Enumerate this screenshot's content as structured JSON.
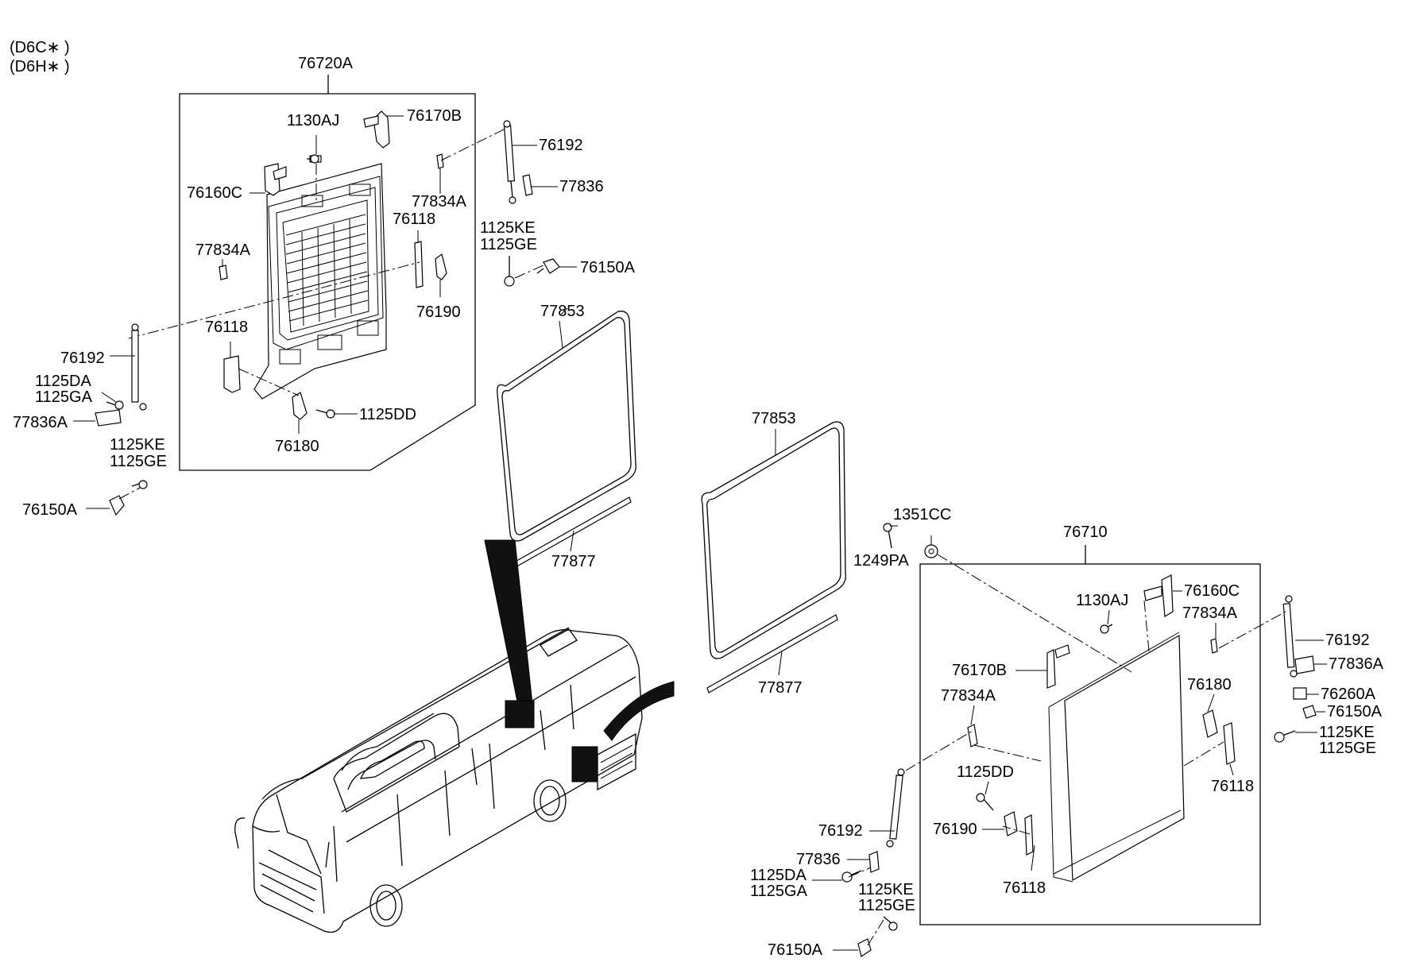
{
  "variants": [
    "(D6C∗ )",
    "(D6H∗ )"
  ],
  "labels": {
    "l_76720A": "76720A",
    "l_1130AJ_a": "1130AJ",
    "l_76170B_a": "76170B",
    "l_76192_a": "76192",
    "l_77836_a": "77836",
    "l_76160C_a": "76160C",
    "l_77834A_a": "77834A",
    "l_76118_a": "76118",
    "l_77834A_b": "77834A",
    "l_1125KE_a": "1125KE",
    "l_1125GE_a": "1125GE",
    "l_76150A_a": "76150A",
    "l_76190_a": "76190",
    "l_76118_b": "76118",
    "l_76192_b": "76192",
    "l_1125DA_a": "1125DA",
    "l_1125GA_a": "1125GA",
    "l_77836A_a": "77836A",
    "l_1125DD_a": "1125DD",
    "l_76180_a": "76180",
    "l_1125KE_b": "1125KE",
    "l_1125GE_b": "1125GE",
    "l_76150A_b": "76150A",
    "l_77853_a": "77853",
    "l_77877_a": "77877",
    "l_77853_b": "77853",
    "l_77877_b": "77877",
    "l_1351CC": "1351CC",
    "l_1249PA": "1249PA",
    "l_76710": "76710",
    "l_1130AJ_b": "1130AJ",
    "l_76160C_b": "76160C",
    "l_77834A_c": "77834A",
    "l_76192_c": "76192",
    "l_77836A_b": "77836A",
    "l_76170B_b": "76170B",
    "l_76180_b": "76180",
    "l_76260A": "76260A",
    "l_76150A_c": "76150A",
    "l_1125KE_c": "1125KE",
    "l_1125GE_c": "1125GE",
    "l_77834A_d": "77834A",
    "l_76118_c": "76118",
    "l_1125DD_b": "1125DD",
    "l_76190_b": "76190",
    "l_76192_d": "76192",
    "l_77836_b": "77836",
    "l_1125DA_b": "1125DA",
    "l_1125GA_b": "1125GA",
    "l_1125KE_d": "1125KE",
    "l_1125GE_d": "1125GE",
    "l_76118_d": "76118",
    "l_76150A_d": "76150A"
  }
}
